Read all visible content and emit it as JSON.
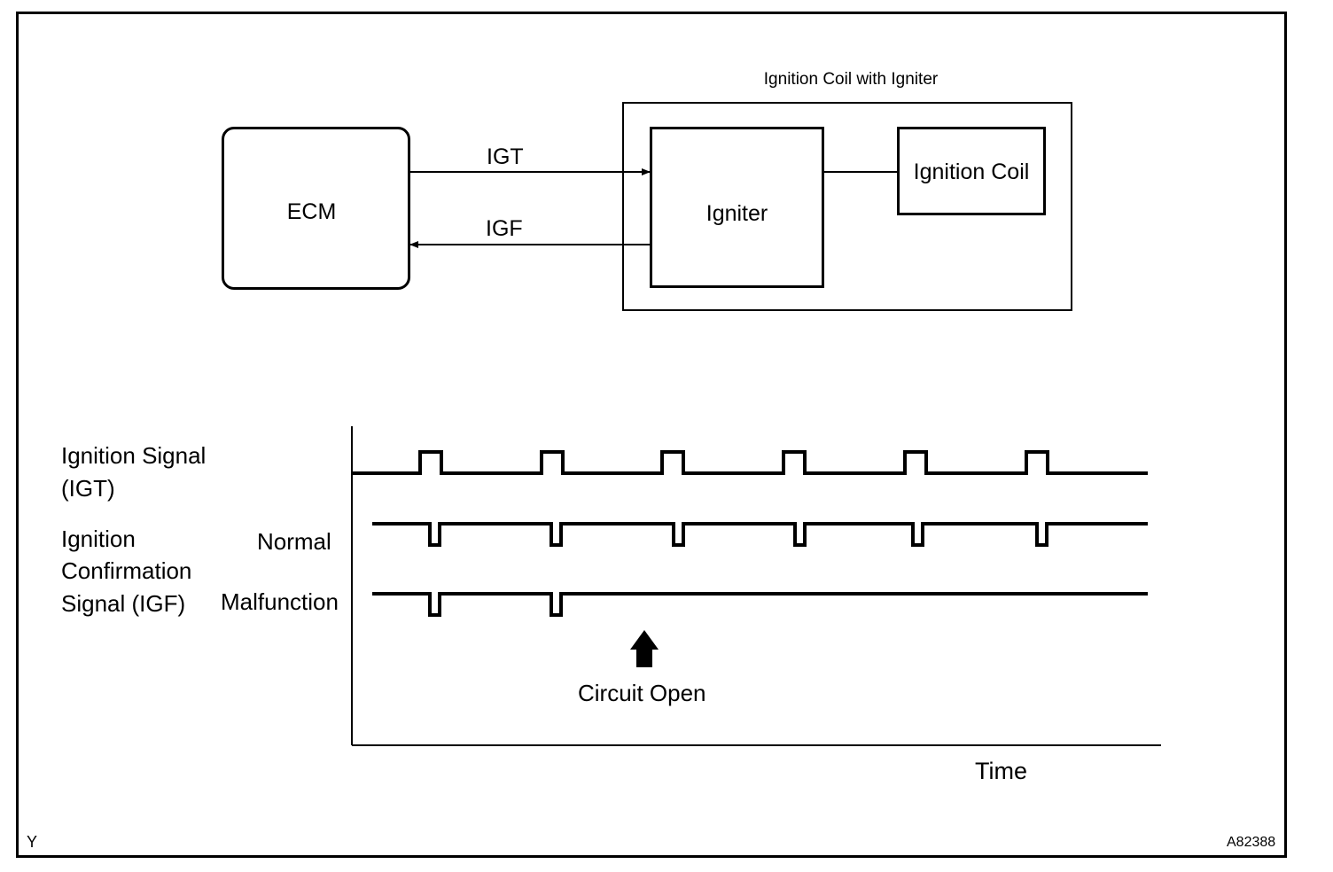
{
  "block_diagram": {
    "ecm_label": "ECM",
    "assembly_label": "Ignition Coil with Igniter",
    "igniter_label": "Igniter",
    "coil_label": "Ignition Coil",
    "igt_label": "IGT",
    "igf_label": "IGF"
  },
  "timing_chart": {
    "igt_label_line1": "Ignition Signal",
    "igt_label_line2": "(IGT)",
    "igf_label_line1": "Ignition",
    "igf_label_line2": "Confirmation",
    "igf_label_line3": "Signal (IGF)",
    "normal_label": "Normal",
    "malfunction_label": "Malfunction",
    "event_label": "Circuit Open",
    "time_axis_label": "Time",
    "igt_pulse_count": 6,
    "igf_normal_pulse_count": 6,
    "igf_malfunction_pulse_count": 2
  },
  "footer": {
    "left_code": "Y",
    "figure_id": "A82388"
  }
}
